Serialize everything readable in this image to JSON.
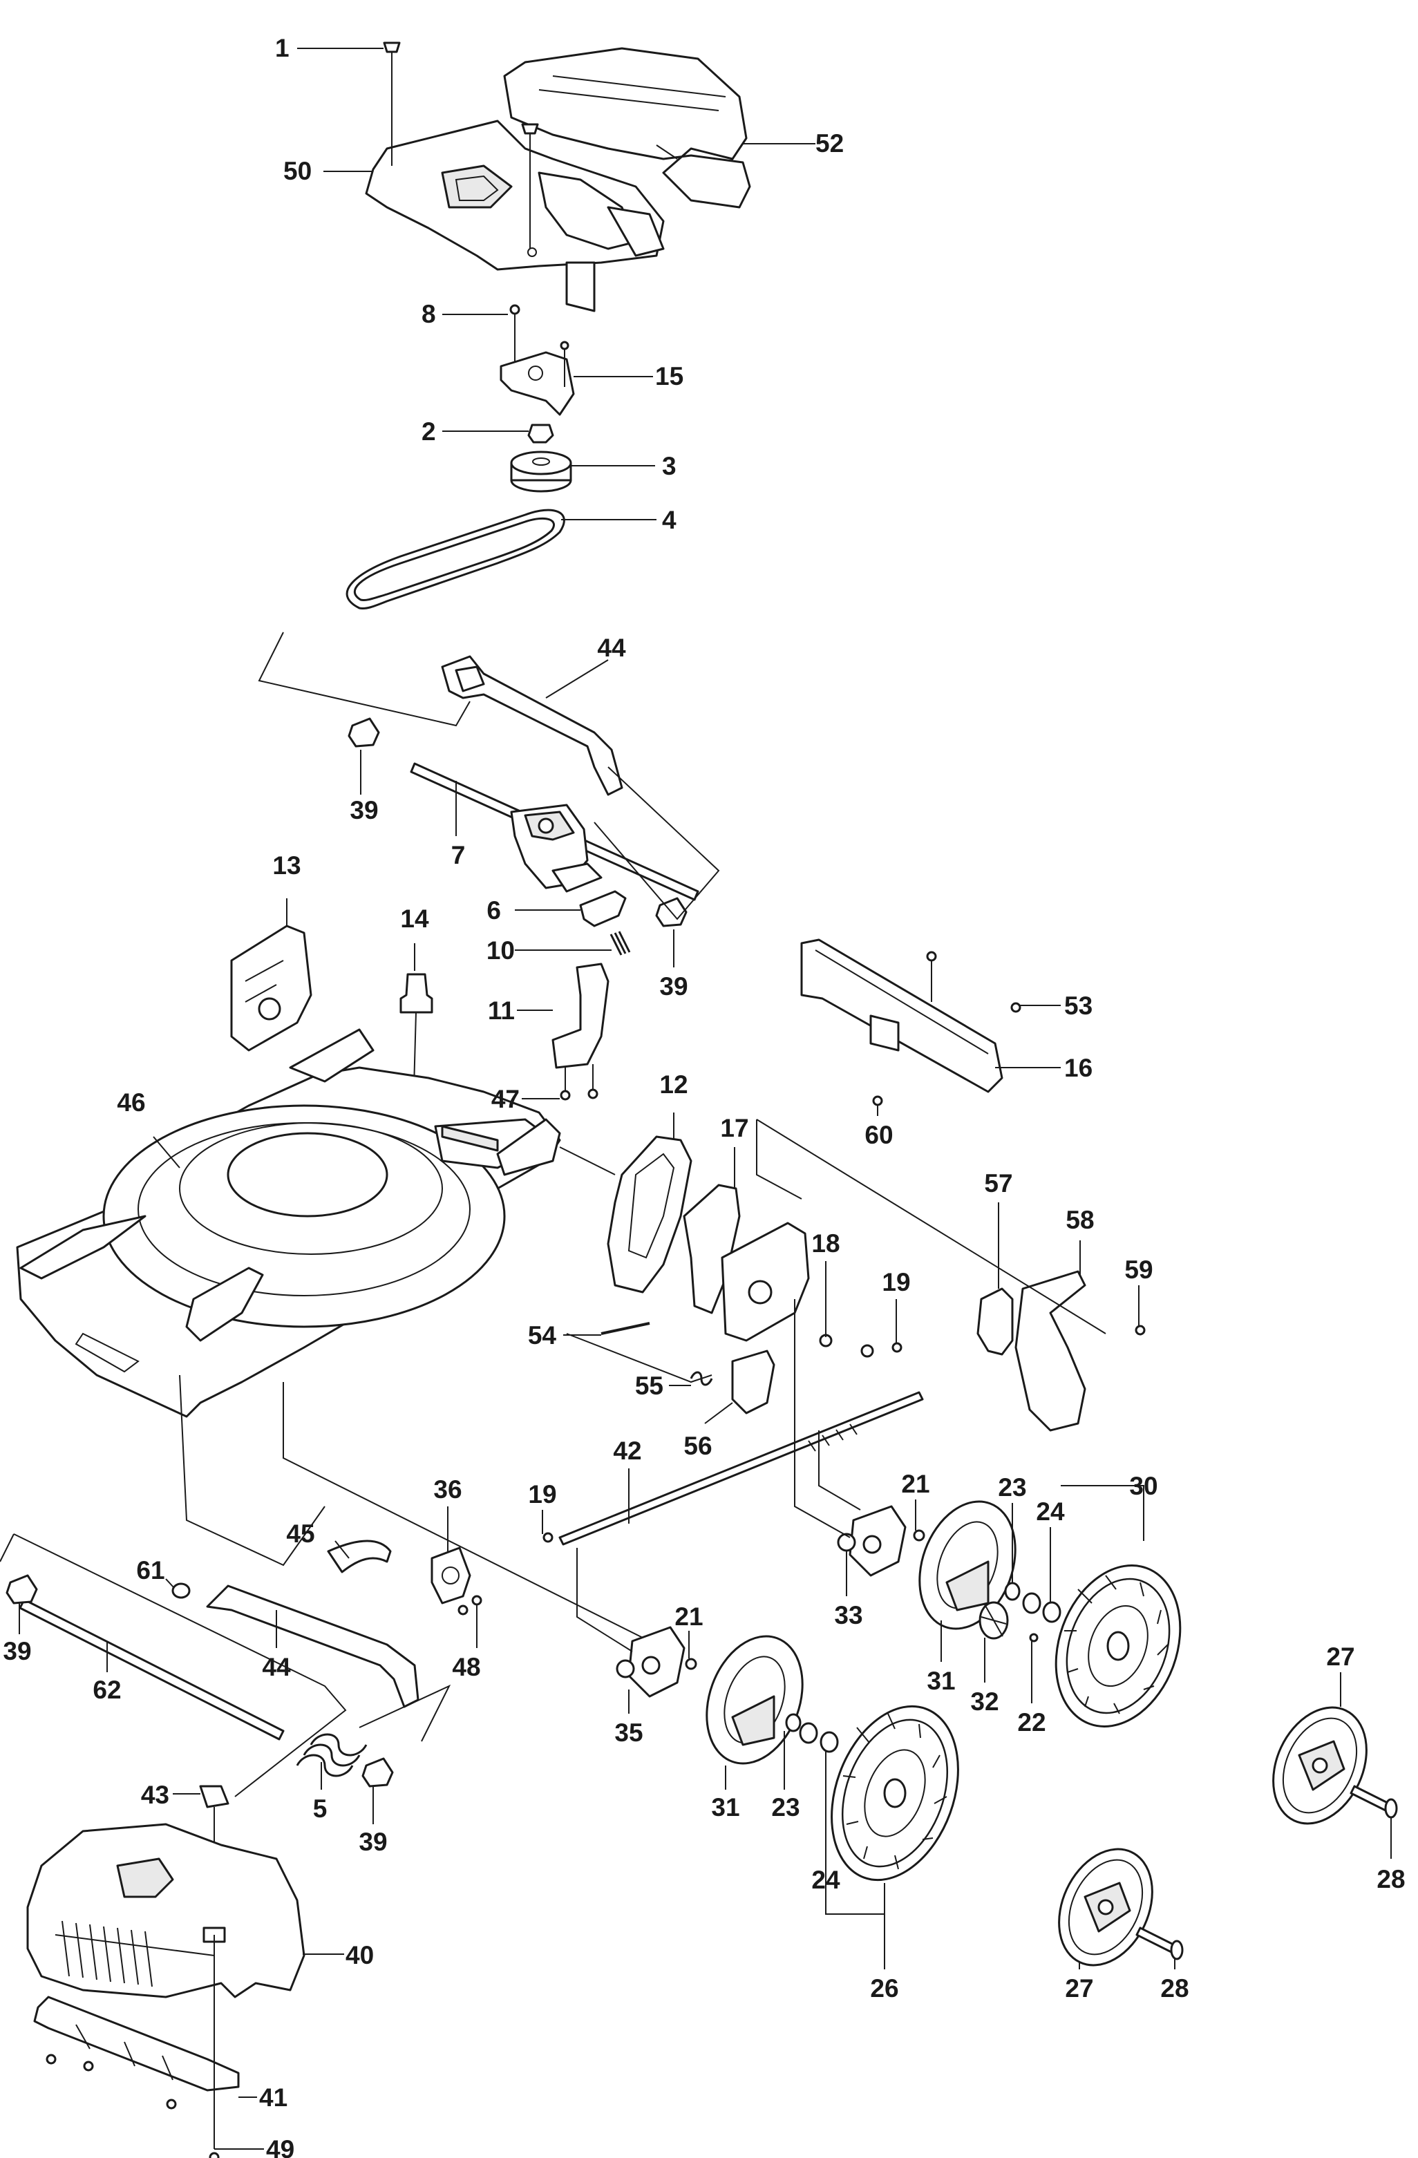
{
  "labels": [
    {
      "text": "1"
    },
    {
      "text": "50"
    },
    {
      "text": "52"
    },
    {
      "text": "8"
    },
    {
      "text": "15"
    },
    {
      "text": "2"
    },
    {
      "text": "3"
    },
    {
      "text": "4"
    },
    {
      "text": "44"
    },
    {
      "text": "39"
    },
    {
      "text": "7"
    },
    {
      "text": "6"
    },
    {
      "text": "10"
    },
    {
      "text": "39"
    },
    {
      "text": "13"
    },
    {
      "text": "14"
    },
    {
      "text": "11"
    },
    {
      "text": "47"
    },
    {
      "text": "53"
    },
    {
      "text": "16"
    },
    {
      "text": "60"
    },
    {
      "text": "46"
    },
    {
      "text": "12"
    },
    {
      "text": "17"
    },
    {
      "text": "57"
    },
    {
      "text": "58"
    },
    {
      "text": "59"
    },
    {
      "text": "18"
    },
    {
      "text": "19"
    },
    {
      "text": "54"
    },
    {
      "text": "55"
    },
    {
      "text": "56"
    },
    {
      "text": "42"
    },
    {
      "text": "36"
    },
    {
      "text": "19"
    },
    {
      "text": "21"
    },
    {
      "text": "23"
    },
    {
      "text": "30"
    },
    {
      "text": "24"
    },
    {
      "text": "45"
    },
    {
      "text": "61"
    },
    {
      "text": "48"
    },
    {
      "text": "33"
    },
    {
      "text": "39"
    },
    {
      "text": "44"
    },
    {
      "text": "62"
    },
    {
      "text": "31"
    },
    {
      "text": "32"
    },
    {
      "text": "22"
    },
    {
      "text": "27"
    },
    {
      "text": "21"
    },
    {
      "text": "35"
    },
    {
      "text": "31"
    },
    {
      "text": "23"
    },
    {
      "text": "28"
    },
    {
      "text": "5"
    },
    {
      "text": "39"
    },
    {
      "text": "43"
    },
    {
      "text": "24"
    },
    {
      "text": "40"
    },
    {
      "text": "26"
    },
    {
      "text": "27"
    },
    {
      "text": "28"
    },
    {
      "text": "41"
    },
    {
      "text": "49"
    }
  ]
}
